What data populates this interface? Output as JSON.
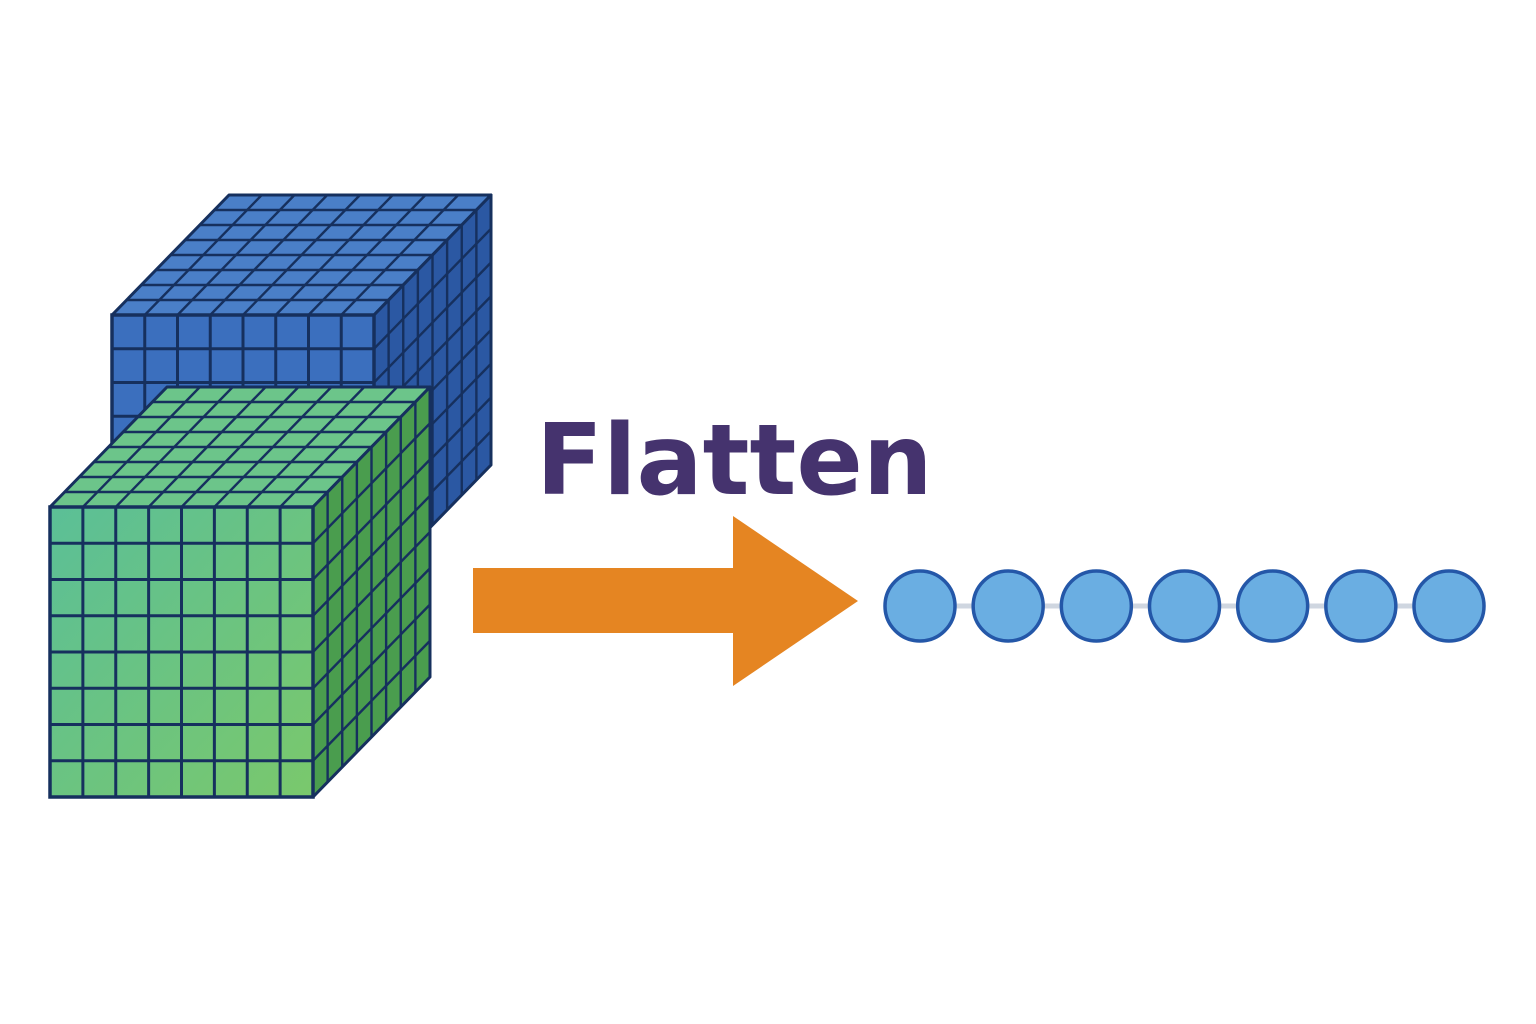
{
  "label": "Flatten",
  "colors": {
    "background": "#ffffff",
    "outline": "#16305e",
    "blue_cube_front": "#3b6fbe",
    "blue_cube_top": "#4a7fc8",
    "blue_cube_side": "#2b58a3",
    "green_cube_front_start": "#5bbf97",
    "green_cube_front_end": "#7ac86c",
    "green_cube_top": "#6cc58a",
    "green_cube_side": "#4a9d4e",
    "arrow": "#e58522",
    "node_fill": "#6aaee2",
    "node_stroke": "#2457a8",
    "connector": "#cfd6e0",
    "label": "#45336e"
  },
  "tensor": {
    "cubes": [
      {
        "name": "blue-feature-map",
        "grid_rows": 8,
        "grid_cols": 8
      },
      {
        "name": "green-feature-map",
        "grid_rows": 8,
        "grid_cols": 8
      }
    ]
  },
  "output_vector": {
    "node_count": 7
  }
}
